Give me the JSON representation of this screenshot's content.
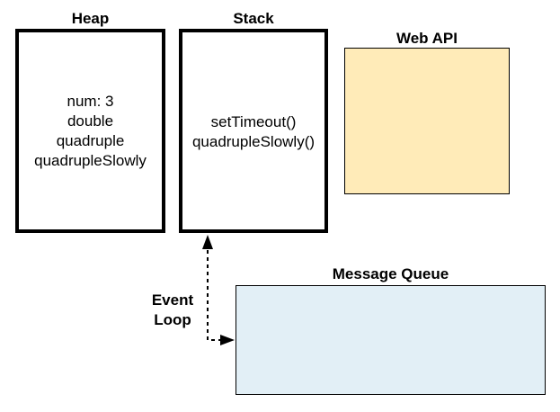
{
  "heap": {
    "title": "Heap",
    "lines": [
      "num: 3",
      "double",
      "quadruple",
      "quadrupleSlowly"
    ]
  },
  "stack": {
    "title": "Stack",
    "lines": [
      "setTimeout()",
      "quadrupleSlowly()"
    ]
  },
  "web_api": {
    "title": "Web API",
    "fill": "#FFEBB8"
  },
  "message_queue": {
    "title": "Message Queue",
    "fill": "#E2EFF6"
  },
  "event_loop": {
    "label_line1": "Event",
    "label_line2": "Loop"
  }
}
